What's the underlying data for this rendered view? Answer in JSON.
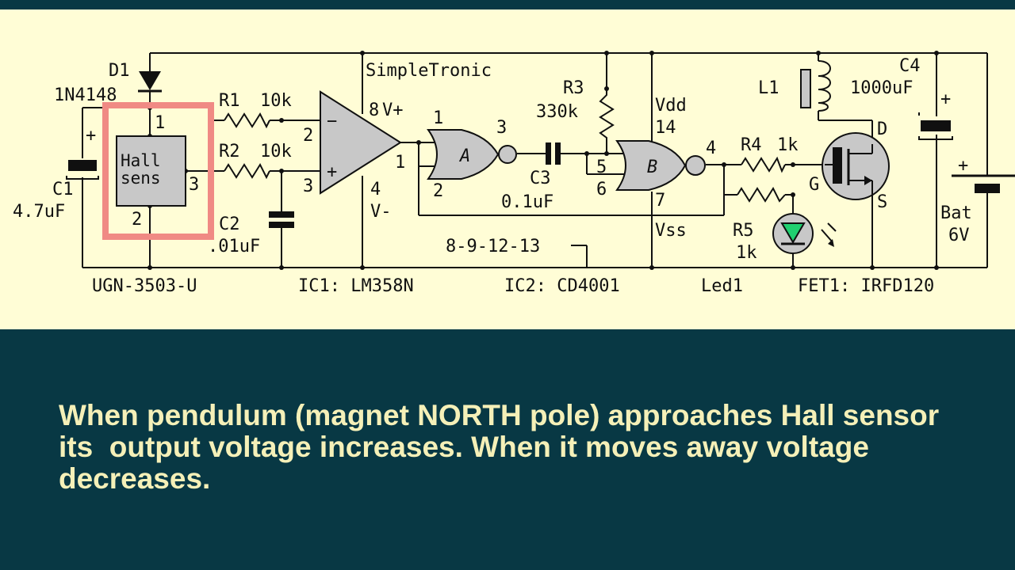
{
  "colors": {
    "schematic_bg": "#FFFDD6",
    "panel_bg": "#083844",
    "caption_text": "#F5F0B8",
    "highlight_box": "#F08A84",
    "component_fill": "#C8C8C8",
    "led_fill": "#20D070"
  },
  "schematic": {
    "brand": "SimpleTronic",
    "labels": {
      "d1": "D1",
      "d1_part": "1N4148",
      "c1": "C1",
      "c1_value": "4.7uF",
      "plus": "+",
      "hall_line1": "Hall",
      "hall_line2": "sens",
      "hall_pin1": "1",
      "hall_pin2": "2",
      "hall_pin3": "3",
      "r1": "R1",
      "r1_value": "10k",
      "r2": "R2",
      "r2_value": "10k",
      "c2": "C2",
      "c2_value": ".01uF",
      "opamp_pin2": "2",
      "opamp_pin3": "3",
      "opamp_pin1": "1",
      "opamp_pin8": "8",
      "opamp_vplus": "V+",
      "opamp_pin4": "4",
      "opamp_vminus": "V-",
      "opamp_minus": "−",
      "opamp_plus": "+",
      "gate_a": "A",
      "gate_a_pin1": "1",
      "gate_a_pin2": "2",
      "gate_a_pin3": "3",
      "c3": "C3",
      "c3_value": "0.1uF",
      "r3": "R3",
      "r3_value": "330k",
      "vdd": "Vdd",
      "vdd_pin": "14",
      "gate_b": "B",
      "gate_b_pin5": "5",
      "gate_b_pin6": "6",
      "gate_b_pin4": "4",
      "gate_b_pin7": "7",
      "vss": "Vss",
      "unused_pins": "8-9-12-13",
      "r4": "R4",
      "r4_value": "1k",
      "r5": "R5",
      "r5_value": "1k",
      "l1": "L1",
      "c4": "C4",
      "c4_value": "1000uF",
      "fet_g": "G",
      "fet_d": "D",
      "fet_s": "S",
      "bat": "Bat",
      "bat_value": "6V",
      "bat_plus": "+",
      "c4_plus": "+"
    },
    "parts_row": {
      "hall_part": "UGN-3503-U",
      "ic1": "IC1: LM358N",
      "ic2": "IC2: CD4001",
      "led": "Led1",
      "fet": "FET1: IRFD120"
    }
  },
  "caption": "When pendulum (magnet NORTH pole) approaches Hall sensor its  output voltage increases. When it moves away voltage decreases."
}
